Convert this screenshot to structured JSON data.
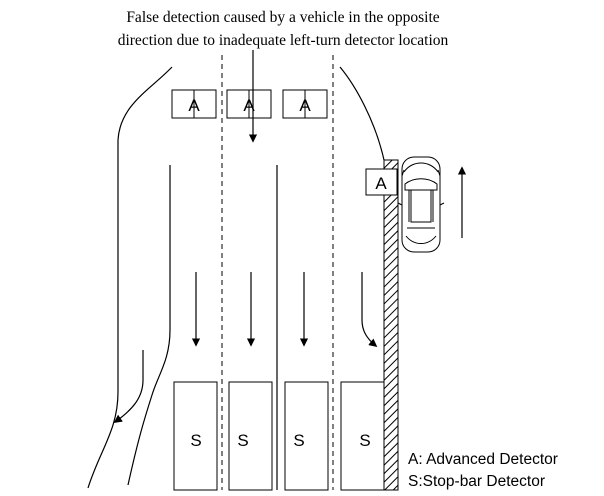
{
  "caption": {
    "line1": "False detection caused by a vehicle in the opposite",
    "line2": "direction due to inadequate left-turn detector location"
  },
  "detectors": {
    "advanced_label": "A",
    "stopbar_label": "S"
  },
  "legend": {
    "advanced": "A: Advanced Detector",
    "stopbar": "S:Stop-bar Detector"
  },
  "colors": {
    "stroke": "#000000",
    "background": "#ffffff"
  },
  "icons": {
    "vehicle": "car-top-view-icon",
    "arrow": "arrow-icon"
  }
}
